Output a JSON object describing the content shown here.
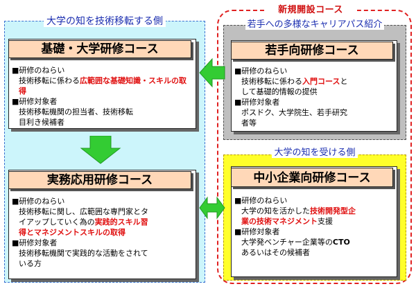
{
  "panels": {
    "university_side": "大学の知を技術移転する側",
    "new_course": "新規開設コース",
    "young_intro": "若手への多様なキャリアパス紹介",
    "receiving_side": "大学の知を受ける側"
  },
  "boxes": {
    "basic": {
      "title": "基礎・大学研修コース",
      "aim_label": "■研修のねらい",
      "aim_pre": "技術移転に係わる",
      "aim_red": "広範囲な基礎知識・スキルの取得",
      "target_label": "■研修対象者",
      "target_1": "技術移転機関の担当者、技術移転",
      "target_2": "目利き候補者"
    },
    "young": {
      "title": "若手向研修コース",
      "aim_label": "■研修のねらい",
      "aim_pre": "技術移転に係わる",
      "aim_red": "入門コース",
      "aim_post": "と",
      "aim_2": "して基礎的情報の提供",
      "target_label": "■研修対象者",
      "target_1": "ポスドク、大学院生、若手研究",
      "target_2": "者等"
    },
    "practical": {
      "title": "実務応用研修コース",
      "aim_label": "■研修のねらい",
      "aim_1": "技術移転に関し、広範囲な専門家とタ",
      "aim_2_pre": "イアップしていく為の",
      "aim_2_red": "実践的スキル習",
      "aim_3_red": "得とマネジメントスキルの取得",
      "target_label": "■研修対象者",
      "target_1": "技術移転機関で実践的な活動をされて",
      "target_2": "いる方"
    },
    "sme": {
      "title": "中小企業向研修コース",
      "aim_label": "■研修のねらい",
      "aim_1_pre": "大学の知を活かした",
      "aim_1_red": "技術開発型企",
      "aim_2_red": "業の技術マネジメント",
      "aim_2_post": "支援",
      "target_label": "■研修対象者",
      "target_1_pre": "大学発ベンチャー企業等の",
      "target_1_bold": "CTO",
      "target_2": "あるいはその候補者"
    }
  },
  "colors": {
    "left_panel": "#ccf5fb",
    "grey_panel": "#bfbfbf",
    "yellow_panel": "#ffff2a",
    "box_header": "#ffd8b8",
    "arrow_green": "#33cc33",
    "highlight_red": "#e01010",
    "title_blue": "#1b2eb0"
  },
  "icons": [
    "green-down-arrow-icon",
    "green-left-arrow-icon",
    "green-double-arrow-icon"
  ]
}
